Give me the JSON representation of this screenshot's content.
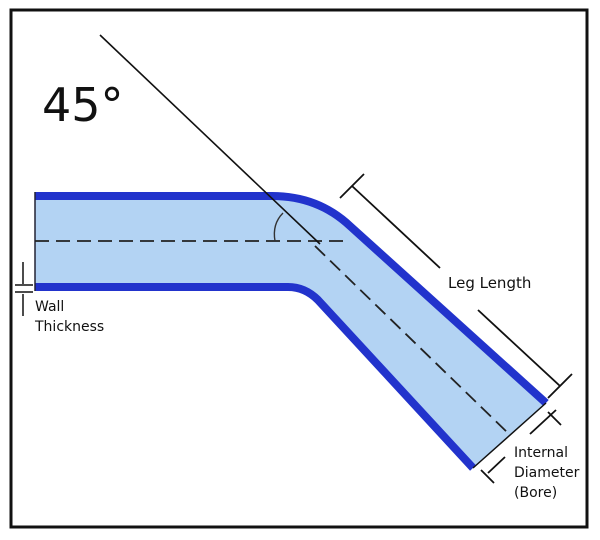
{
  "angle_label": "45°",
  "labels": {
    "leg_length": "Leg Length",
    "wall_line1": "Wall",
    "wall_line2": "Thickness",
    "bore_line1": "Internal",
    "bore_line2": "Diameter",
    "bore_line3": "(Bore)"
  },
  "colors": {
    "pipe_wall": "#2233cc",
    "pipe_fill": "#b3d3f3",
    "line": "#111111"
  }
}
